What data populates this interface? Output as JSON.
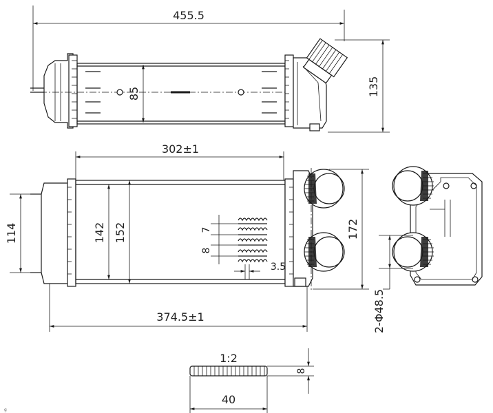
{
  "dimensions": {
    "overall_length": "455.5",
    "overall_height": "135",
    "core_height_top": "85",
    "core_length": "302±1",
    "total_length": "374.5±1",
    "mount_spacing": "114",
    "core_height_front": "142",
    "core_width_front": "152",
    "side_height": "172",
    "outlet_diameter": "2-Φ48.5",
    "fin_pitch_7": "7",
    "fin_pitch_8": "8",
    "tube_gap": "3.5",
    "detail_scale": "1:2",
    "detail_width": "40",
    "detail_height": "8"
  },
  "corner_mark": "g"
}
